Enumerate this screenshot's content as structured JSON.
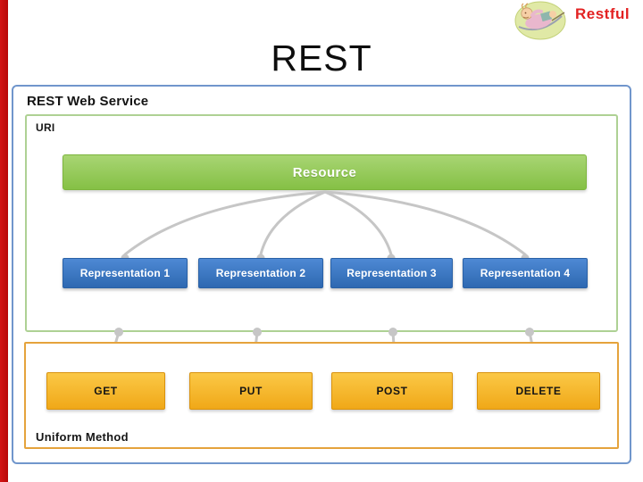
{
  "slide": {
    "title": "REST",
    "background_color": "#ffffff",
    "accent_bar_color": "#c00c0c",
    "badge": {
      "label": "Restful",
      "color": "#e32222",
      "icon": "person-resting-hammock-icon"
    }
  },
  "diagram": {
    "frame_label": "REST Web Service",
    "frame_border_color": "#7096cc",
    "uri_group": {
      "label": "URI",
      "border_color": "#aed194"
    },
    "resource": {
      "label": "Resource",
      "color_top": "#a8d573",
      "color_bottom": "#85c045"
    },
    "representations": [
      "Representation 1",
      "Representation 2",
      "Representation 3",
      "Representation 4"
    ],
    "representation_color_top": "#4e89d4",
    "representation_color_bottom": "#2e68b1",
    "methods_group": {
      "label": "Uniform Method",
      "border_color": "#e5a33c"
    },
    "methods": [
      "GET",
      "PUT",
      "POST",
      "DELETE"
    ],
    "method_color_top": "#fbc846",
    "method_color_bottom": "#f0a818",
    "connector_color": "#c6c6c6"
  }
}
